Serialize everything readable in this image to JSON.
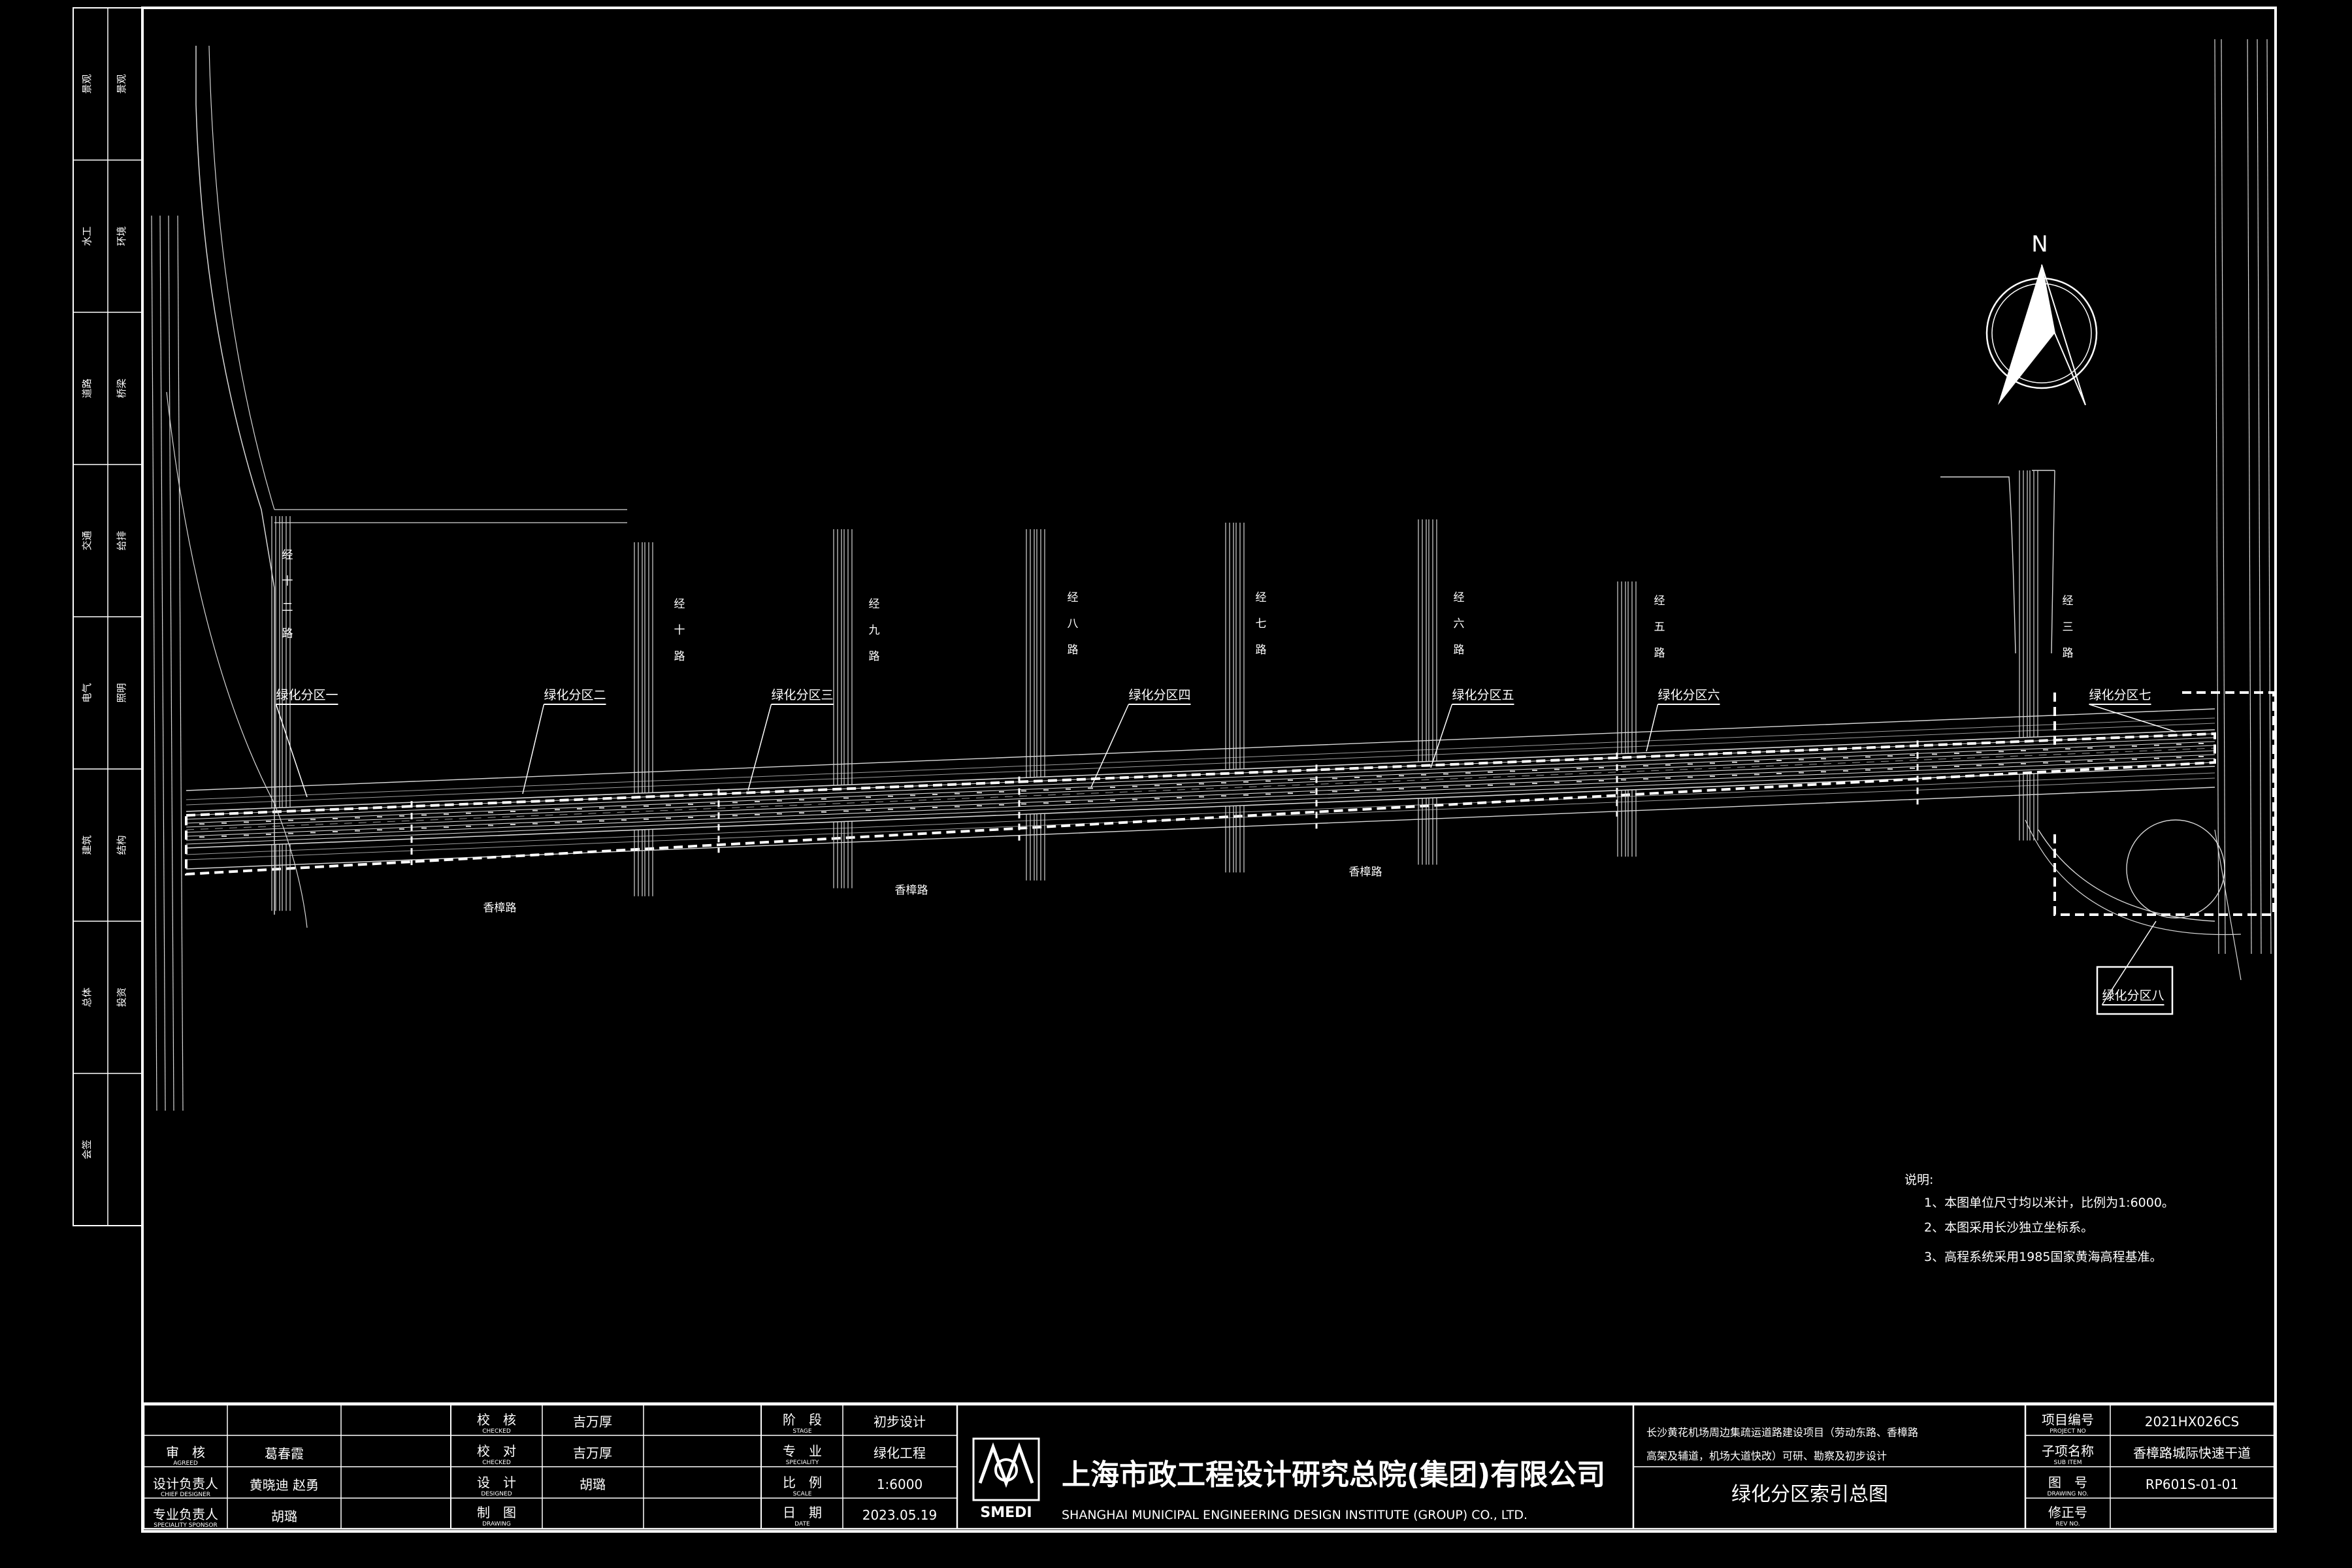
{
  "colors": {
    "background": "#000000",
    "lines": "#ffffff",
    "road_lines": "#d8d8d8",
    "dim": "#9a9a9a"
  },
  "road_name": "香樟路",
  "road_labels": [
    "香樟路",
    "香樟路",
    "香樟路"
  ],
  "side_roads": [
    {
      "name": "经十二路",
      "chars": [
        "经",
        "十",
        "二",
        "路"
      ]
    },
    {
      "name": "经十路",
      "chars": [
        "经",
        "十",
        "路"
      ]
    },
    {
      "name": "经九路",
      "chars": [
        "经",
        "九",
        "路"
      ]
    },
    {
      "name": "经八路",
      "chars": [
        "经",
        "八",
        "路"
      ]
    },
    {
      "name": "经七路",
      "chars": [
        "经",
        "七",
        "路"
      ]
    },
    {
      "name": "经六路",
      "chars": [
        "经",
        "六",
        "路"
      ]
    },
    {
      "name": "经五路",
      "chars": [
        "经",
        "五",
        "路"
      ]
    },
    {
      "name": "经三路",
      "chars": [
        "经",
        "三",
        "路"
      ]
    }
  ],
  "zones": [
    "绿化分区一",
    "绿化分区二",
    "绿化分区三",
    "绿化分区四",
    "绿化分区五",
    "绿化分区六",
    "绿化分区七",
    "绿化分区八"
  ],
  "north_label": "N",
  "notes": {
    "heading": "说明:",
    "items": [
      "1、本图单位尺寸均以米计，比例为1:6000。",
      "2、本图采用长沙独立坐标系。",
      "3、高程系统采用1985国家黄海高程基准。"
    ]
  },
  "left_strip": {
    "rows": [
      [
        "景观",
        "景观"
      ],
      [
        "水工",
        "环境"
      ],
      [
        "道路",
        "桥梁"
      ],
      [
        "交通",
        "给排"
      ],
      [
        "电气",
        "照明"
      ],
      [
        "建筑",
        "结构"
      ],
      [
        "总体",
        "投资"
      ],
      [
        "会签",
        ""
      ]
    ]
  },
  "title_block": {
    "roles": [
      {
        "cn": "审　核",
        "en": "AGREED",
        "name": "葛春霞"
      },
      {
        "cn": "设计负责人",
        "en": "CHIEF DESIGNER",
        "name": "黄晓迪  赵勇"
      },
      {
        "cn": "专业负责人",
        "en": "SPECIALITY SPONSOR",
        "name": "胡璐"
      }
    ],
    "checks": [
      {
        "cn": "校　核",
        "en": "CHECKED",
        "name": "吉万厚"
      },
      {
        "cn": "校　对",
        "en": "CHECKED",
        "name": "吉万厚"
      },
      {
        "cn": "设　计",
        "en": "DESIGNED",
        "name": "胡璐"
      },
      {
        "cn": "制　图",
        "en": "DRAWING",
        "name": ""
      }
    ],
    "meta": [
      {
        "cn": "阶　段",
        "en": "STAGE",
        "value": "初步设计"
      },
      {
        "cn": "专　业",
        "en": "SPECIALITY",
        "value": "绿化工程"
      },
      {
        "cn": "比　例",
        "en": "SCALE",
        "value": "1:6000"
      },
      {
        "cn": "日　期",
        "en": "DATE",
        "value": "2023.05.19"
      }
    ],
    "company_cn": "上海市政工程设计研究总院(集团)有限公司",
    "company_en": "SHANGHAI MUNICIPAL ENGINEERING DESIGN INSTITUTE (GROUP) CO., LTD.",
    "logo_text": "SMEDI",
    "project_lines": [
      "长沙黄花机场周边集疏运道路建设项目（劳动东路、香樟路",
      "高架及辅道，机场大道快改）可研、勘察及初步设计"
    ],
    "drawing_title": "绿化分区索引总图",
    "right": [
      {
        "cn": "项目编号",
        "en": "PROJECT NO",
        "value": "2021HX026CS"
      },
      {
        "cn": "子项名称",
        "en": "SUB ITEM",
        "value": "香樟路城际快速干道"
      },
      {
        "cn": "图　号",
        "en": "DRAWING NO.",
        "value": "RP601S-01-01"
      },
      {
        "cn": "修正号",
        "en": "REV NO.",
        "value": ""
      }
    ]
  }
}
